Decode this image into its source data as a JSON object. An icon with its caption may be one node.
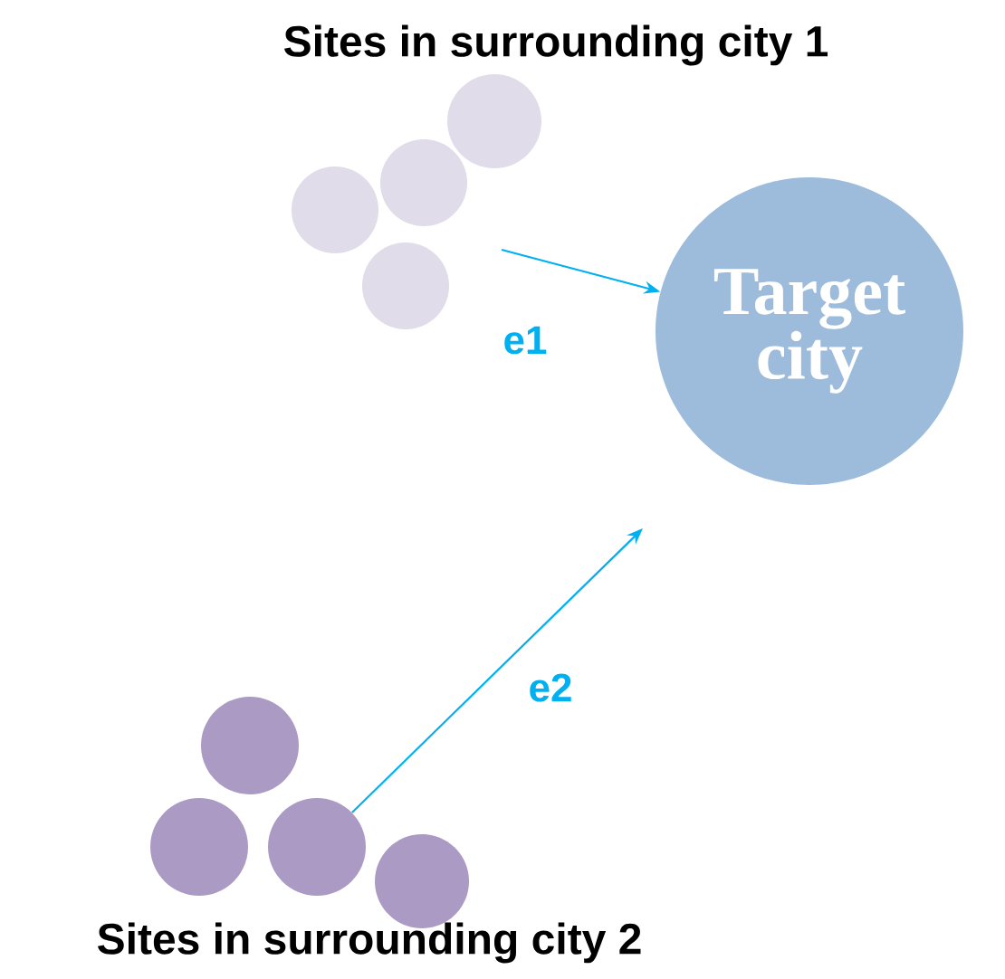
{
  "diagram": {
    "nodes": [
      {
        "text": [],
        "shape": "circle"
      },
      {
        "text": [],
        "shape": "circle"
      },
      {
        "text": [],
        "shape": "circle"
      },
      {
        "text": [],
        "shape": "circle"
      },
      {
        "text": [
          "Target city"
        ]
      },
      {
        "text": [],
        "shape": "circle"
      },
      {
        "text": [],
        "shape": "circle"
      },
      {
        "text": [],
        "shape": "circle"
      },
      {
        "text": [],
        "shape": "circle"
      }
    ],
    "edges": [
      {
        "from": null,
        "to": 4,
        "arrow": "to",
        "label": "e1"
      },
      {
        "from": 7,
        "to": null,
        "arrow": "to",
        "label": "e2"
      }
    ],
    "labels": [
      "Sites in surrounding city 1",
      "Sites in surrounding city 2"
    ]
  }
}
